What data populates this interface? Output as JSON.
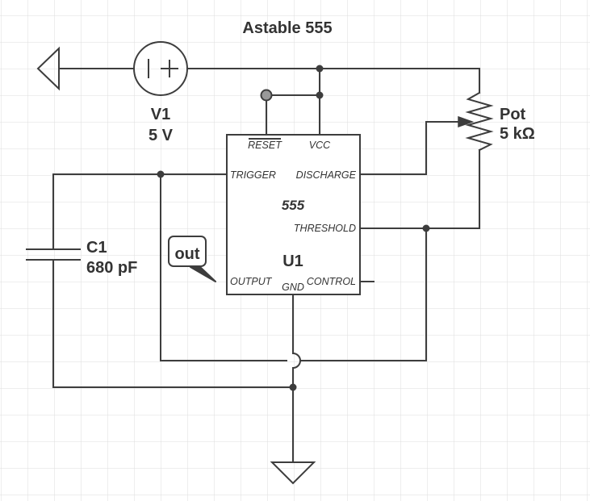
{
  "title": "Astable 555",
  "v1": {
    "name": "V1",
    "value": "5 V"
  },
  "pot": {
    "name": "Pot",
    "value": "5 kΩ"
  },
  "c1": {
    "name": "C1",
    "value": "680 pF"
  },
  "u1": {
    "name": "U1",
    "part": "555",
    "pins": {
      "reset": "RESET",
      "vcc": "VCC",
      "trigger": "TRIGGER",
      "discharge": "DISCHARGE",
      "threshold": "THRESHOLD",
      "output": "OUTPUT",
      "gnd": "GND",
      "control": "CONTROL"
    }
  },
  "out_label": "out",
  "colors": {
    "wire": "#3d3d3d",
    "grid": "#dddddd",
    "text": "#333333",
    "reset_node": "#999999"
  }
}
